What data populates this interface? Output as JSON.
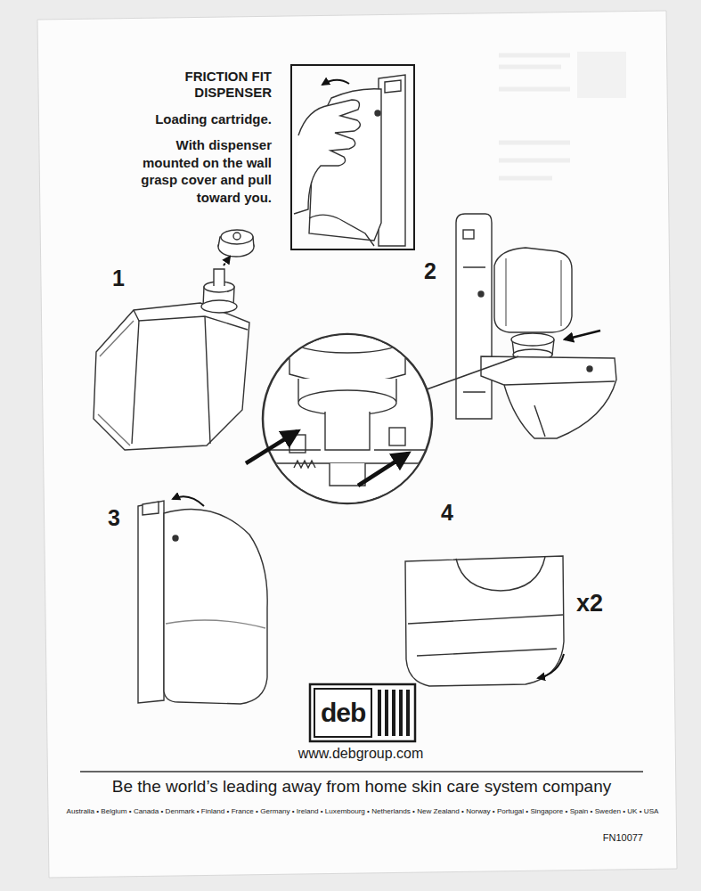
{
  "diagram": {
    "title": "FRICTION FIT DISPENSER",
    "nodes": [
      {
        "text": [
          "deb"
        ]
      }
    ],
    "labels": [
      "Loading cartridge.",
      "With dispenser mounted on the wall grasp cover and pull toward you.",
      "1",
      "2",
      "3",
      "4",
      "x2",
      "www.debgroup.com",
      "Be the world’s leading away from home skin care system company",
      "Australia • Belgium • Canada • Denmark • Finland • France • Germany • Ireland • Luxembourg • Netherlands • New Zealand • Norway • Portugal • Singapore • Spain • Sweden • UK • USA",
      "FN10077"
    ]
  }
}
